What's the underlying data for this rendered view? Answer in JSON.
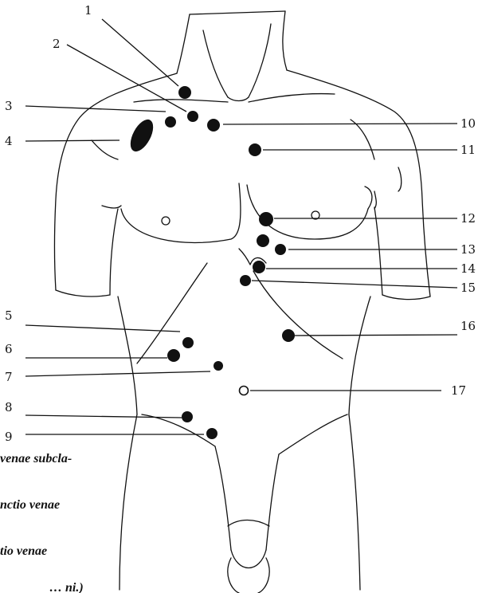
{
  "labels": [
    {
      "id": 1,
      "text": "1"
    },
    {
      "id": 2,
      "text": "2"
    },
    {
      "id": 3,
      "text": "3"
    },
    {
      "id": 4,
      "text": "4"
    },
    {
      "id": 5,
      "text": "5"
    },
    {
      "id": 6,
      "text": "6"
    },
    {
      "id": 7,
      "text": "7"
    },
    {
      "id": 8,
      "text": "8"
    },
    {
      "id": 9,
      "text": "9"
    },
    {
      "id": 10,
      "text": "10"
    },
    {
      "id": 11,
      "text": "11"
    },
    {
      "id": 12,
      "text": "12"
    },
    {
      "id": 13,
      "text": "13"
    },
    {
      "id": 14,
      "text": "14"
    },
    {
      "id": 15,
      "text": "15"
    },
    {
      "id": 16,
      "text": "16"
    },
    {
      "id": 17,
      "text": "17"
    }
  ],
  "caption_fragments": [
    "venae subcla-",
    "nctio venae",
    "tio venae",
    "… ni.)"
  ]
}
